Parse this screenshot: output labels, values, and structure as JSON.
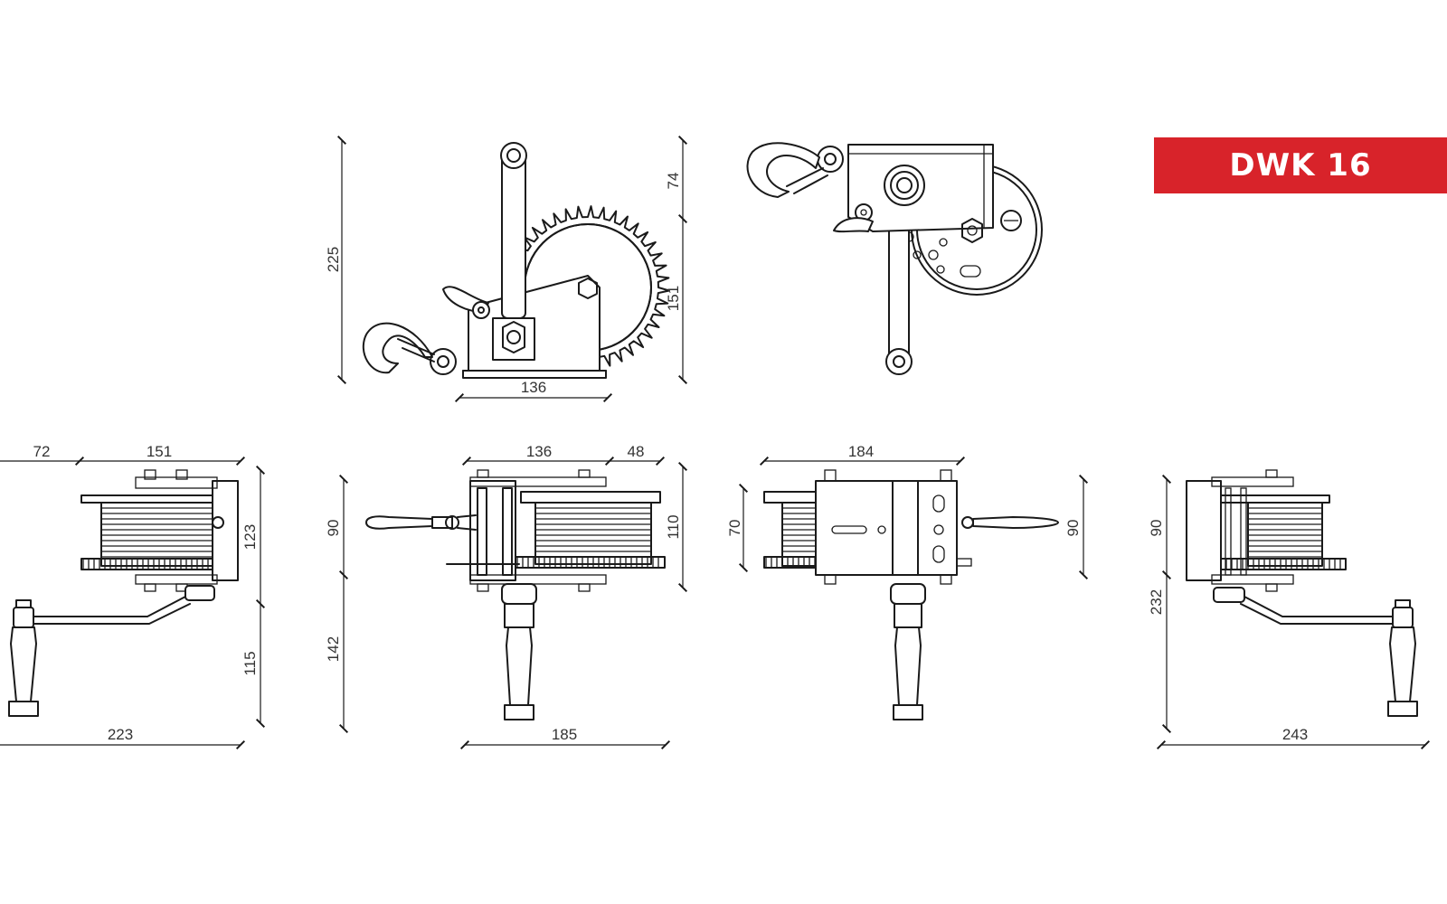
{
  "badge": {
    "label": "DWK 16",
    "color": "#d8232a"
  },
  "dimensions": {
    "side_view": {
      "height": "225",
      "width": "136"
    },
    "rear_view": {
      "upper": "74",
      "lower": "151"
    },
    "left_view": {
      "overhang": "72",
      "body": "151",
      "drum_height": "123",
      "handle_height": "115",
      "total_width": "223"
    },
    "front_view": {
      "body": "136",
      "offset": "48",
      "upper": "90",
      "lower": "142",
      "drum": "110",
      "total_width": "185"
    },
    "top_view": {
      "width": "184",
      "plate": "70",
      "height": "90"
    },
    "right_view": {
      "upper": "90",
      "lower": "232",
      "total_width": "243"
    }
  }
}
